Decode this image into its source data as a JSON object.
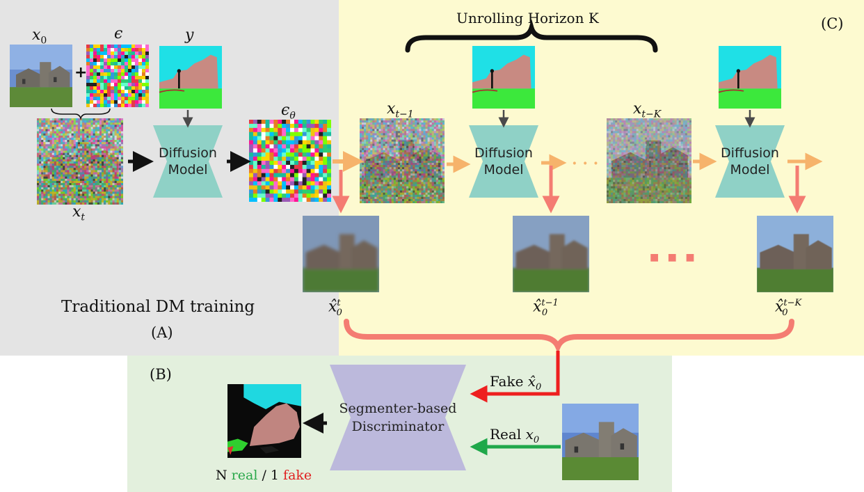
{
  "panels": {
    "a_title": "Traditional DM training",
    "a_tag": "(A)",
    "b_tag": "(B)",
    "c_tag": "(C)"
  },
  "labels": {
    "x0": "x",
    "x0_sub": "0",
    "epsilon": "ϵ",
    "y": "y",
    "plus": "+",
    "xt": "x",
    "xt_sub": "t",
    "eps_theta": "ϵ",
    "eps_theta_sub": "θ",
    "x_t_minus_1": "x",
    "x_t_minus_1_sub": "t−1",
    "x_t_minus_k": "x",
    "x_t_minus_k_sub": "t−K",
    "x0hat_t": "x̂",
    "x0hat_t_sub": "0",
    "x0hat_t_sup": "t",
    "x0hat_t1": "x̂",
    "x0hat_t1_sub": "0",
    "x0hat_t1_sup": "t−1",
    "x0hat_tk": "x̂",
    "x0hat_tk_sub": "0",
    "x0hat_tk_sup": "t−K",
    "ellipsis_small": "· · ·",
    "ellipsis_big": "■ ■ ■",
    "unroll": "Unrolling Horizon K"
  },
  "diffusion_model": {
    "line1": "Diffusion",
    "line2": "Model"
  },
  "discriminator": {
    "line1": "Segmenter-based",
    "line2": "Discriminator"
  },
  "inputs": {
    "fake_word": "Fake",
    "fake_sym": "x̂",
    "fake_sub": "0",
    "real_word": "Real",
    "real_sym": "x",
    "real_sub": "0"
  },
  "output": {
    "n_word": "N",
    "real_word": "real",
    "sep": "/ 1",
    "fake_word": "fake"
  },
  "colors": {
    "panel_a": "#e4e4e4",
    "panel_c": "#fdfad0",
    "panel_b": "#e3f0dd",
    "dm_fill": "#8fd1c6",
    "disc_fill": "#bcb9dc",
    "orange_arrow": "#f6b36b",
    "salmon_arrow": "#f47c72",
    "red_arrow": "#ee1f1f",
    "green_arrow": "#1fa84a",
    "real_text": "#2aa84a",
    "fake_text": "#e02020"
  }
}
